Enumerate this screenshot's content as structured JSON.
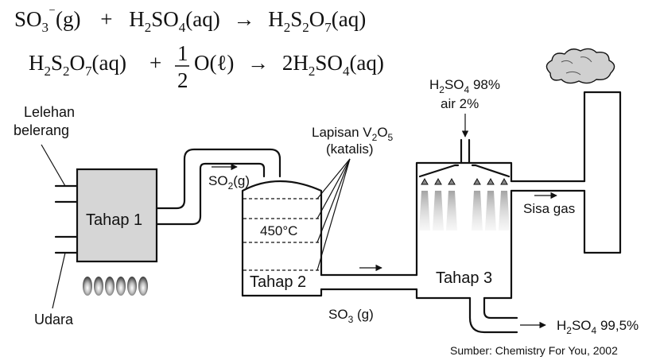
{
  "equations": {
    "eq1": {
      "left_base": "SO",
      "left_sub": "3",
      "left_sup": "⁻",
      "left_phase": "(g)",
      "plus": "+",
      "reagent_h": "H",
      "reagent_h_sub": "2",
      "reagent_so": "SO",
      "reagent_so_sub": "4",
      "reagent_phase": "(aq)",
      "arrow": "→",
      "product_h": "H",
      "product_h_sub": "2",
      "product_s": "S",
      "product_s_sub": "2",
      "product_o": "O",
      "product_o_sub": "7",
      "product_phase": "(aq)"
    },
    "eq2": {
      "left_h": "H",
      "left_h_sub": "2",
      "left_s": "S",
      "left_s_sub": "2",
      "left_o": "O",
      "left_o_sub": "7",
      "left_phase": "(aq)",
      "plus": "+",
      "frac_num": "1",
      "frac_den": "2",
      "reagent": "O(ℓ)",
      "arrow": "→",
      "product_coef": "2H",
      "product_h_sub": "2",
      "product_so": "SO",
      "product_so_sub": "4",
      "product_phase": "(aq)"
    }
  },
  "labels": {
    "molten_sulfur_line1": "Lelehan",
    "molten_sulfur_line2": "belerang",
    "air_inlet": "Udara",
    "stage1": "Tahap 1",
    "so2_base": "SO",
    "so2_sub": "2",
    "so2_phase": "(g)",
    "catalyst_line1_base": "Lapisan V",
    "catalyst_line1_sub1": "2",
    "catalyst_line1_mid": "O",
    "catalyst_line1_sub2": "5",
    "catalyst_line2": "(katalis)",
    "temperature": "450°C",
    "stage2": "Tahap 2",
    "so3_base": "SO",
    "so3_sub": "3",
    "so3_phase": " (g)",
    "acid_feed_base": "H",
    "acid_feed_sub1": "2",
    "acid_feed_mid": "SO",
    "acid_feed_sub2": "4",
    "acid_feed_pct": " 98%",
    "water_feed": "air  2%",
    "stage3": "Tahap 3",
    "waste_gas": "Sisa gas",
    "product_base": "H",
    "product_sub1": "2",
    "product_mid": "SO",
    "product_sub2": "4",
    "product_pct": "  99,5%",
    "source": "Sumber: Chemistry For You, 2002"
  }
}
